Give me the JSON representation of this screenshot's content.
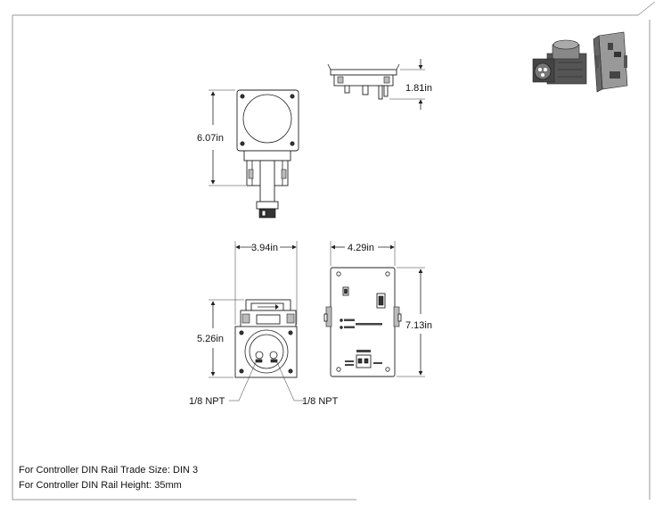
{
  "dimensions": {
    "top_view_height": "6.07in",
    "side_view_height": "1.81in",
    "front_view_width": "3.94in",
    "front_view_height": "5.26in",
    "controller_width": "4.29in",
    "controller_height": "7.13in"
  },
  "callouts": {
    "port_left": "1/8 NPT",
    "port_right": "1/8 NPT"
  },
  "notes": {
    "line1": "For Controller DIN Rail Trade Size: DIN 3",
    "line2": "For Controller DIN Rail Height: 35mm"
  }
}
